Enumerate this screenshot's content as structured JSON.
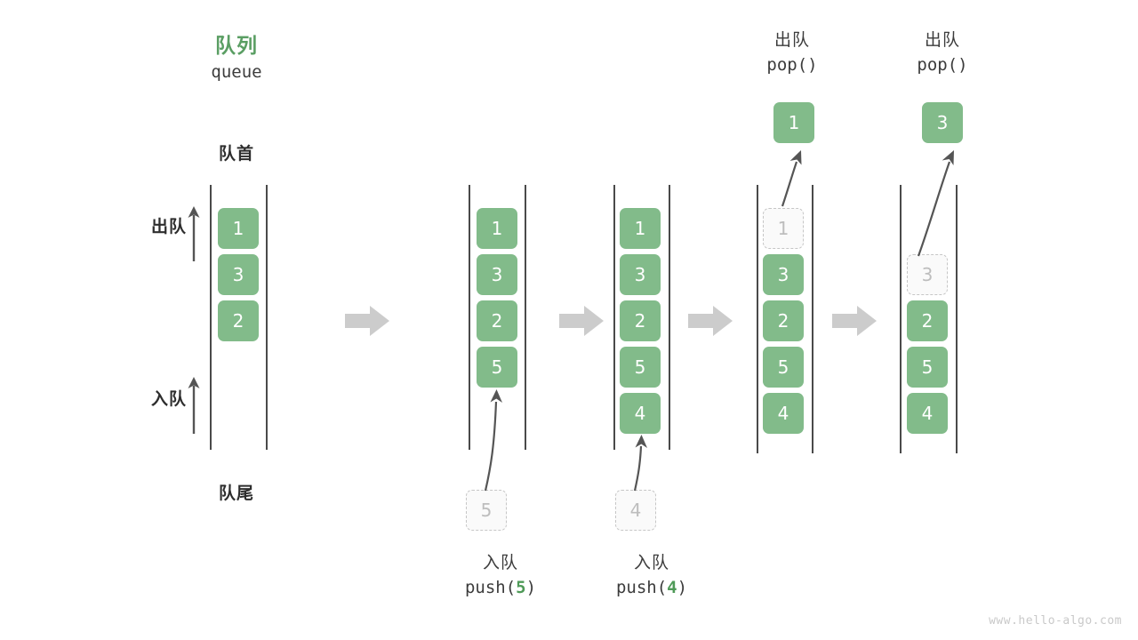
{
  "diagram": {
    "title_cn": "队列",
    "title_en": "queue",
    "head_label": "队首",
    "tail_label": "队尾",
    "dequeue_arrow_label": "出队",
    "enqueue_arrow_label": "入队",
    "watermark": "www.hello-algo.com",
    "colors": {
      "element": "#82bb8a",
      "accent": "#5a9e63",
      "ghost_border": "#c6c6c6",
      "ghost_text": "#bdbdbd",
      "rail": "#4a4a4a",
      "transition_arrow": "#cccccc",
      "curve_arrow": "#555555"
    }
  },
  "steps": [
    {
      "id": "initial",
      "cells": [
        "1",
        "3",
        "2"
      ],
      "ghost": null,
      "popped": null,
      "caption_cn": null,
      "caption_code": null
    },
    {
      "id": "push-5",
      "cells": [
        "1",
        "3",
        "2",
        "5"
      ],
      "ghost": {
        "value": "5",
        "position": "bottom"
      },
      "popped": null,
      "caption_cn": "入队",
      "caption_code_prefix": "push(",
      "caption_code_num": "5",
      "caption_code_suffix": ")"
    },
    {
      "id": "push-4",
      "cells": [
        "1",
        "3",
        "2",
        "5",
        "4"
      ],
      "ghost": {
        "value": "4",
        "position": "bottom"
      },
      "popped": null,
      "caption_cn": "入队",
      "caption_code_prefix": "push(",
      "caption_code_num": "4",
      "caption_code_suffix": ")"
    },
    {
      "id": "pop-1",
      "cells": [
        "3",
        "2",
        "5",
        "4"
      ],
      "ghost": {
        "value": "1",
        "position": "top"
      },
      "popped": "1",
      "caption_cn": "出队",
      "caption_code": "pop()"
    },
    {
      "id": "pop-3",
      "cells": [
        "2",
        "5",
        "4"
      ],
      "ghost": {
        "value": "3",
        "position": "top"
      },
      "popped": "3",
      "caption_cn": "出队",
      "caption_code": "pop()"
    }
  ],
  "transitions": [
    "arrow-1",
    "arrow-2",
    "arrow-3",
    "arrow-4"
  ]
}
